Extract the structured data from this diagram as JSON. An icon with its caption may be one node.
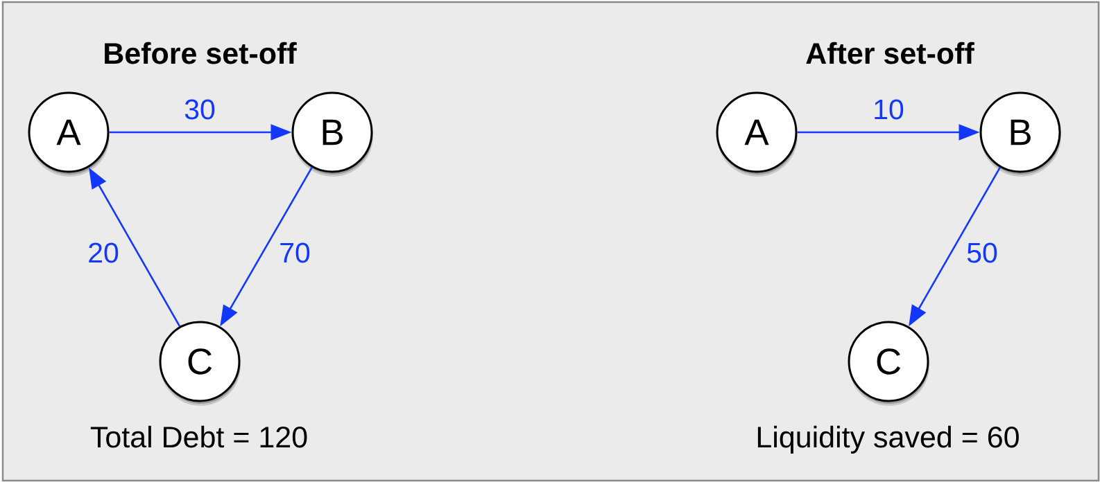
{
  "diagram": {
    "nodes": [
      {
        "text": [
          "A"
        ]
      },
      {
        "text": [
          "B"
        ]
      },
      {
        "text": [
          "C"
        ]
      },
      {
        "text": [
          "A"
        ]
      },
      {
        "text": [
          "B"
        ]
      },
      {
        "text": [
          "C"
        ]
      }
    ],
    "edges": [
      {
        "from": 0,
        "to": 1,
        "arrow": "to",
        "label": "30"
      },
      {
        "from": 1,
        "to": 2,
        "arrow": "to",
        "label": "70"
      },
      {
        "from": 2,
        "to": 0,
        "arrow": "to",
        "label": "20"
      },
      {
        "from": 3,
        "to": 4,
        "arrow": "to",
        "label": "10"
      },
      {
        "from": 4,
        "to": 5,
        "arrow": "to",
        "label": "50"
      }
    ],
    "labels": [
      "Before set-off",
      "After set-off",
      "Total Debt = 120",
      "Liquidity saved = 60"
    ]
  }
}
